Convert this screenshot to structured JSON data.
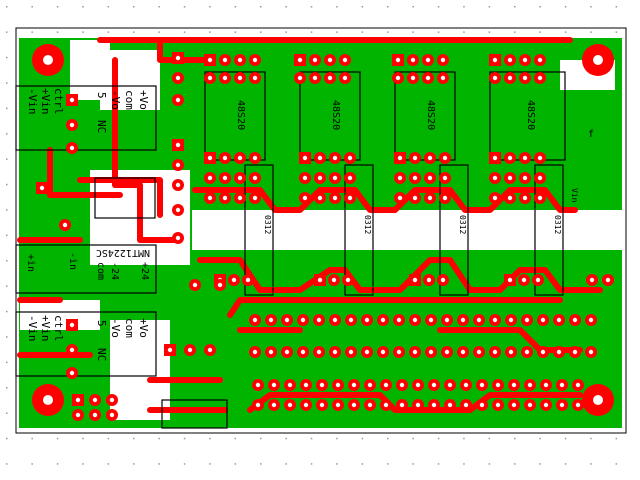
{
  "colors": {
    "copper": "#00b400",
    "trace": "#ff0000",
    "silk": "#000000",
    "background": "#ffffff",
    "grid_dot": "#9a9a9a"
  },
  "connectors": {
    "top_left": [
      "ctrl",
      "+Vin",
      "-Vin"
    ],
    "bottom_left": [
      "ctrl",
      "+Vin",
      "-Vin"
    ]
  },
  "dcdc_top": {
    "pins_right": [
      "+Vo",
      "com",
      "-Vo"
    ],
    "pins_left": [
      "NC",
      "5"
    ]
  },
  "dcdc_bottom": {
    "pins_right": [
      "+Vo",
      "com",
      "-Vo"
    ],
    "pins_left": [
      "NC",
      "5"
    ]
  },
  "nmt_module": {
    "part": "NMT1224SC",
    "pins": [
      "-in",
      "+in",
      "-24",
      "com",
      "+24"
    ]
  },
  "ic_labels": [
    "48S20",
    "48S20",
    "48S20",
    "48S20"
  ],
  "regulator_labels": [
    "0312",
    "0312",
    "0312",
    "0312"
  ],
  "misc_labels": [
    "f",
    "Vin"
  ]
}
